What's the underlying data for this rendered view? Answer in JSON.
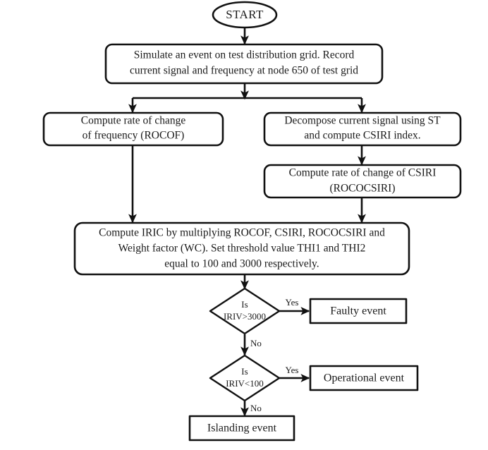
{
  "diagram": {
    "title": "Islanding detection flowchart",
    "background_color": "#ffffff",
    "line_color": "#111111",
    "text_color": "#1a1a1a"
  },
  "nodes": {
    "start": {
      "type": "terminator-oval",
      "label": "START"
    },
    "simulate": {
      "type": "process-rounded",
      "line1": "Simulate an event on test distribution grid. Record",
      "line2": "current signal and frequency at node 650 of test grid"
    },
    "rocof": {
      "type": "process-rounded",
      "line1": "Compute rate of change",
      "line2": "of frequency (ROCOF)"
    },
    "decompose": {
      "type": "process-rounded",
      "line1": "Decompose current signal using ST",
      "line2": "and compute CSIRI index."
    },
    "rococsiri": {
      "type": "process-rounded",
      "line1": "Compute rate of change of CSIRI",
      "line2": "(ROCOCSIRI)"
    },
    "iric": {
      "type": "process-rounded",
      "line1": "Compute IRIC by multiplying ROCOF, CSIRI, ROCOCSIRI and",
      "line2": "Weight factor (WC). Set threshold value THI1 and THI2",
      "line3": "equal to 100 and 3000 respectively."
    },
    "decision1": {
      "type": "decision-diamond",
      "line1": "Is",
      "line2": "IRIV>3000"
    },
    "decision2": {
      "type": "decision-diamond",
      "line1": "Is",
      "line2": "IRIV<100"
    },
    "faulty": {
      "type": "terminator-rect",
      "label": "Faulty event"
    },
    "operational": {
      "type": "terminator-rect",
      "label": "Operational event"
    },
    "islanding": {
      "type": "terminator-rect",
      "label": "Islanding event"
    }
  },
  "edges": {
    "start_to_simulate": {
      "label": ""
    },
    "simulate_to_split": {
      "label": ""
    },
    "split_to_rocof": {
      "label": ""
    },
    "split_to_decompose": {
      "label": ""
    },
    "decompose_to_rococsiri": {
      "label": ""
    },
    "rocof_to_iric": {
      "label": ""
    },
    "rococsiri_to_iric": {
      "label": ""
    },
    "iric_to_decision1": {
      "label": ""
    },
    "decision1_yes": {
      "label": "Yes"
    },
    "decision1_no": {
      "label": "No"
    },
    "decision2_yes": {
      "label": "Yes"
    },
    "decision2_no": {
      "label": "No"
    }
  }
}
